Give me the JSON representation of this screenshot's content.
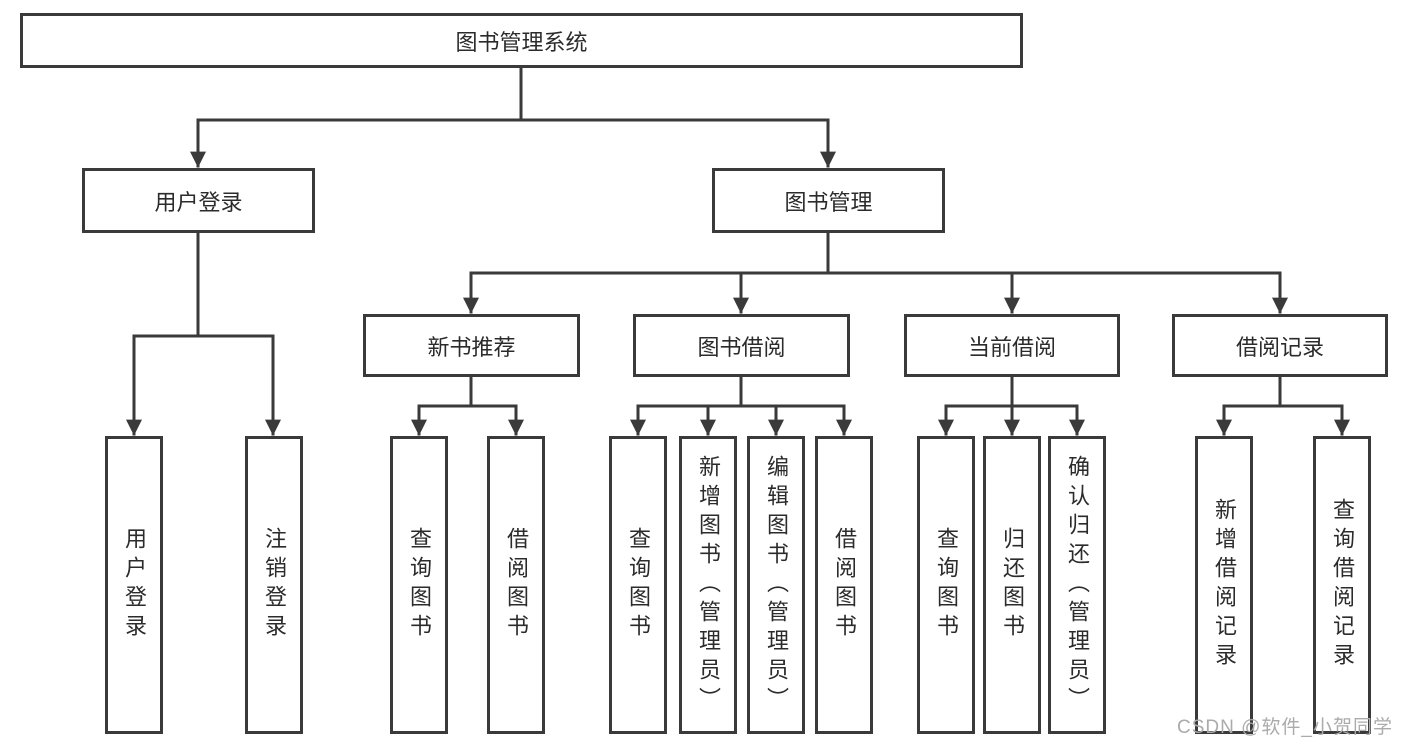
{
  "tree": {
    "root": {
      "label": "图书管理系统"
    },
    "branches": [
      {
        "label": "用户登录",
        "children": [
          {
            "label": "用户登录"
          },
          {
            "label": "注销登录"
          }
        ]
      },
      {
        "label": "图书管理",
        "children": [
          {
            "label": "新书推荐",
            "children": [
              {
                "label": "查询图书"
              },
              {
                "label": "借阅图书"
              }
            ]
          },
          {
            "label": "图书借阅",
            "children": [
              {
                "label": "查询图书"
              },
              {
                "label": "新增图书（管理员）"
              },
              {
                "label": "编辑图书（管理员）"
              },
              {
                "label": "借阅图书"
              }
            ]
          },
          {
            "label": "当前借阅",
            "children": [
              {
                "label": "查询图书"
              },
              {
                "label": "归还图书"
              },
              {
                "label": "确认归还（管理员）"
              }
            ]
          },
          {
            "label": "借阅记录",
            "children": [
              {
                "label": "新增借阅记录"
              },
              {
                "label": "查询借阅记录"
              }
            ]
          }
        ]
      }
    ]
  },
  "watermark": {
    "text": "CSDN @软件_小贺同学"
  },
  "colors": {
    "line": "#3a3a3a",
    "box_border": "#3a3a3a",
    "text": "#2b2b2b",
    "watermark": "#ababab",
    "background": "#ffffff"
  }
}
